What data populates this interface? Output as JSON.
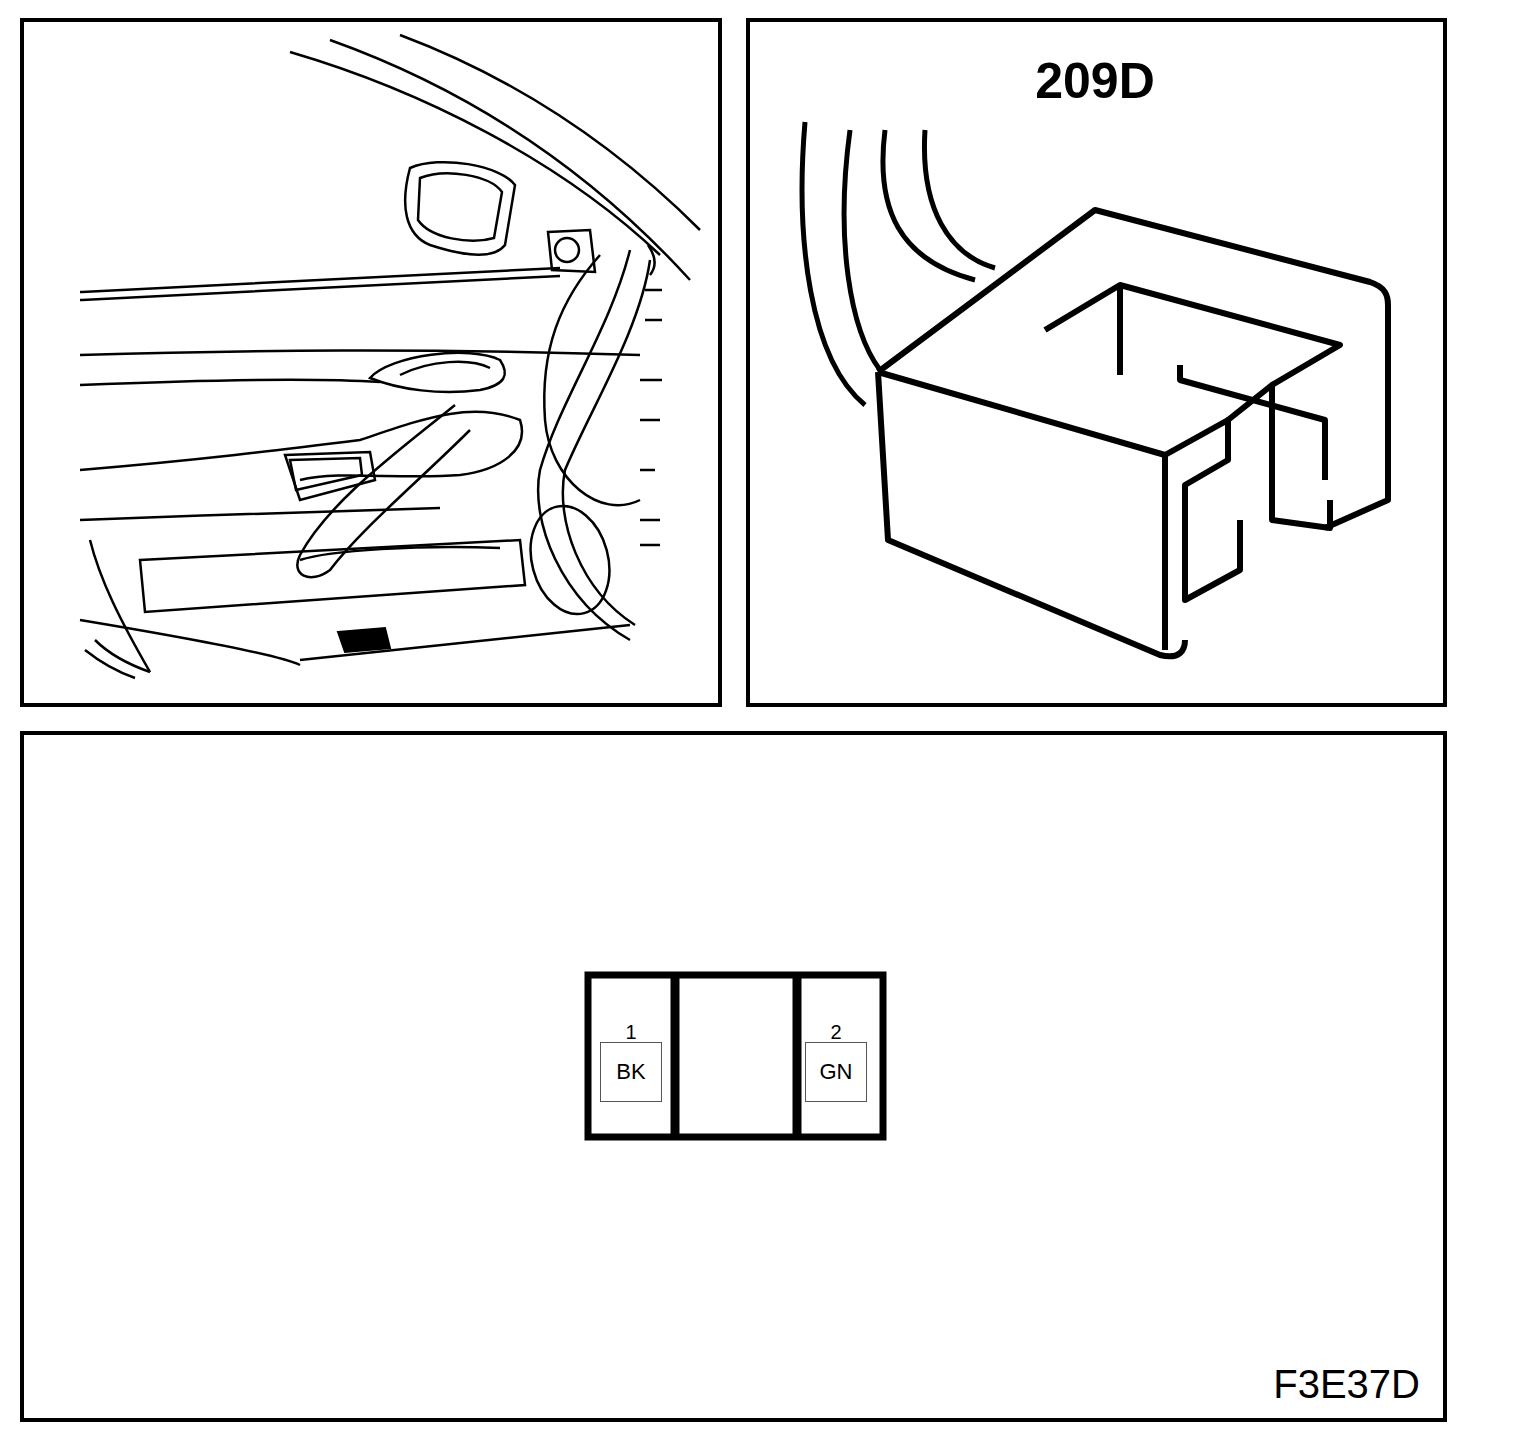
{
  "diagram": {
    "nodes": [
      {
        "text": [
          "1",
          "BK"
        ]
      },
      {
        "text": [
          "2",
          "GN"
        ]
      }
    ],
    "labels": [
      "209D",
      "F3E37D"
    ]
  }
}
